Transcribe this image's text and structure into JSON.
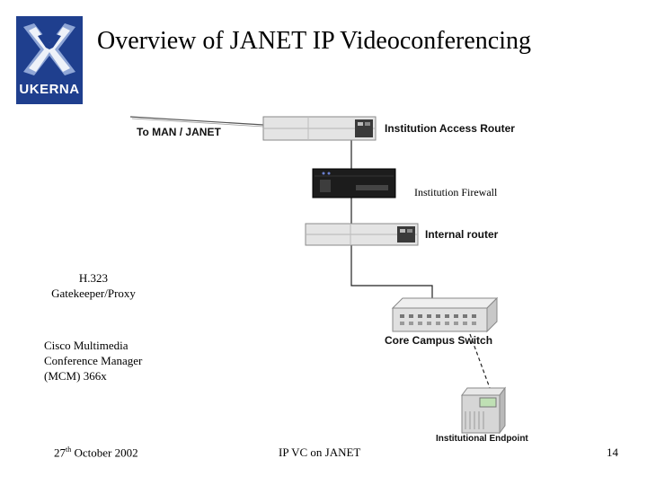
{
  "slide": {
    "title": "Overview of JANET IP Videoconferencing",
    "logo_text": "UKERNA"
  },
  "labels": {
    "to_man": "To MAN / JANET",
    "access_router": "Institution Access Router",
    "firewall": "Institution Firewall",
    "internal_router": "Internal router",
    "gatekeeper_line1": "H.323",
    "gatekeeper_line2": "Gatekeeper/Proxy",
    "core_switch": "Core Campus Switch",
    "mcm_line1": "Cisco Multimedia",
    "mcm_line2": "Conference Manager",
    "mcm_line3": "(MCM) 366x",
    "endpoint": "Institutional Endpoint"
  },
  "footer": {
    "date_day": "27",
    "date_suffix": "th",
    "date_rest": " October 2002",
    "center": "IP VC on JANET",
    "page": "14"
  },
  "colors": {
    "logo_bg": "#1f3f8e",
    "device_light": "#e2e2e2",
    "device_dark": "#1c1c1c"
  },
  "icons": [
    "ukerna-logo-icon",
    "access-router-icon",
    "firewall-icon",
    "internal-router-icon",
    "switch-icon",
    "endpoint-icon"
  ]
}
